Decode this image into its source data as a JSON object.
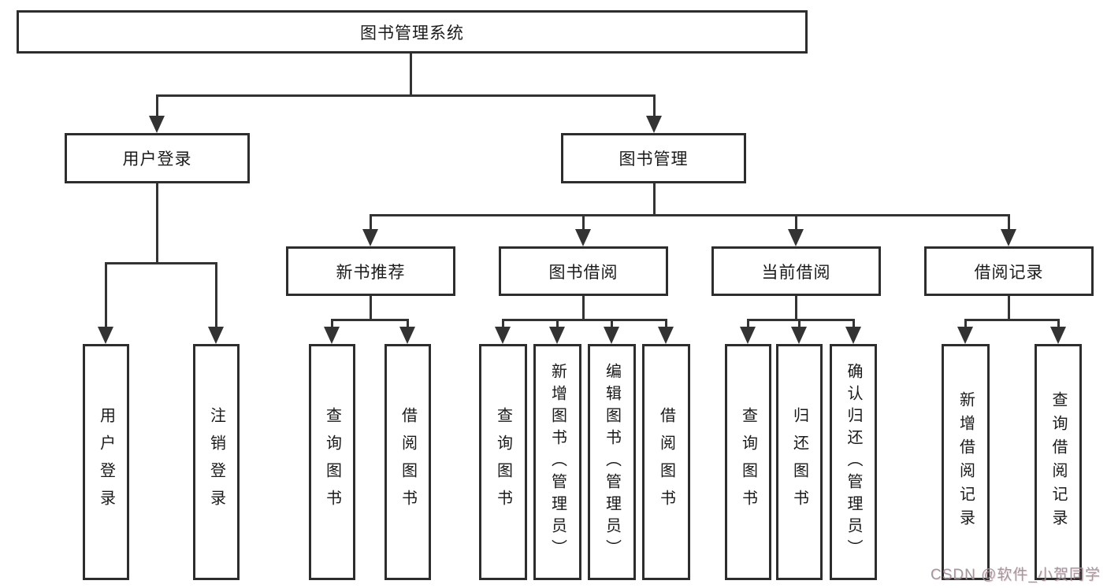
{
  "tree": {
    "root": {
      "label": "图书管理系统",
      "children": [
        {
          "label": "用户登录",
          "children": [
            {
              "label": "用户登录"
            },
            {
              "label": "注销登录"
            }
          ]
        },
        {
          "label": "图书管理",
          "children": [
            {
              "label": "新书推荐",
              "children": [
                {
                  "label": "查询图书"
                },
                {
                  "label": "借阅图书"
                }
              ]
            },
            {
              "label": "图书借阅",
              "children": [
                {
                  "label": "查询图书"
                },
                {
                  "label": "新增图书（管理员）"
                },
                {
                  "label": "编辑图书（管理员）"
                },
                {
                  "label": "借阅图书"
                }
              ]
            },
            {
              "label": "当前借阅",
              "children": [
                {
                  "label": "查询图书"
                },
                {
                  "label": "归还图书"
                },
                {
                  "label": "确认归还（管理员）"
                }
              ]
            },
            {
              "label": "借阅记录",
              "children": [
                {
                  "label": "新增借阅记录"
                },
                {
                  "label": "查询借阅记录"
                }
              ]
            }
          ]
        }
      ]
    }
  },
  "watermark": {
    "text": "CSDN @软件_小贺同学"
  },
  "colors": {
    "line": "#333333",
    "border": "#2d2d2d",
    "background": "#ffffff",
    "text": "#1a1a1a",
    "watermark": "#96969c"
  }
}
